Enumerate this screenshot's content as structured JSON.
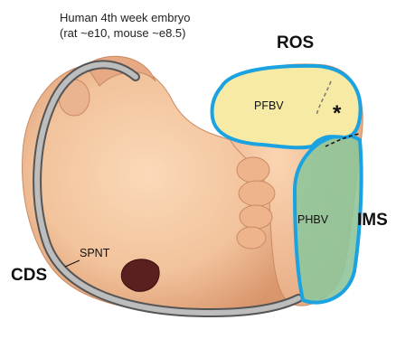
{
  "caption": {
    "line1": "Human 4th week embryo",
    "line2": "(rat ~e10, mouse ~e8.5)"
  },
  "labels": {
    "ros": "ROS",
    "ims": "IMS",
    "cds": "CDS",
    "pfbv": "PFBV",
    "phbv": "PHBV",
    "spnt": "SPNT",
    "asterisk": "*"
  },
  "colors": {
    "embryo_skin": "#f2c39c",
    "embryo_shadow": "#d9956c",
    "outline_blue": "#1aa3e0",
    "pfbv_fill": "#f7eaa4",
    "phbv_fill": "#8fc59a",
    "spinal_tube": "#bdbdbd",
    "spinal_outline": "#555555"
  }
}
